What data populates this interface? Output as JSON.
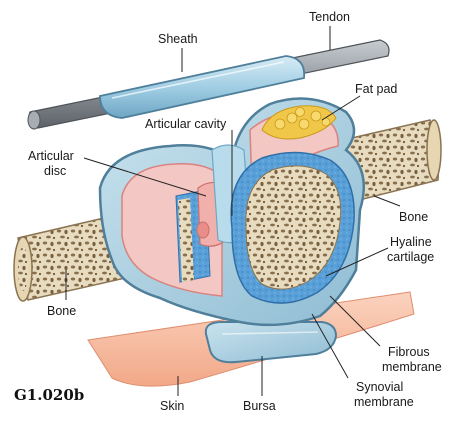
{
  "labels": {
    "tendon": "Tendon",
    "sheath": "Sheath",
    "fat_pad": "Fat pad",
    "articular_cavity": "Articular cavity",
    "articular_disc_line1": "Articular",
    "articular_disc_line2": "disc",
    "bone_right": "Bone",
    "hyaline_line1": "Hyaline",
    "hyaline_line2": "cartilage",
    "bone_left": "Bone",
    "fibrous_line1": "Fibrous",
    "fibrous_line2": "membrane",
    "synovial_line1": "Synovial",
    "synovial_line2": "membrane",
    "skin": "Skin",
    "bursa": "Bursa"
  },
  "figure_id": "G1.020b",
  "colors": {
    "bone_fill": "#e8dcc0",
    "bone_pore": "#8a6f4e",
    "synovial_blue": "#a9cfe0",
    "capsule_outline": "#4f7f9a",
    "cartilage_blue": "#5aa0d8",
    "pink_tissue": "#e9a1a0",
    "fat_yellow": "#f1c74a",
    "skin": "#f6b79a",
    "tendon_gray": "#8f969c",
    "sheath_blue": "#9ccbe2"
  }
}
